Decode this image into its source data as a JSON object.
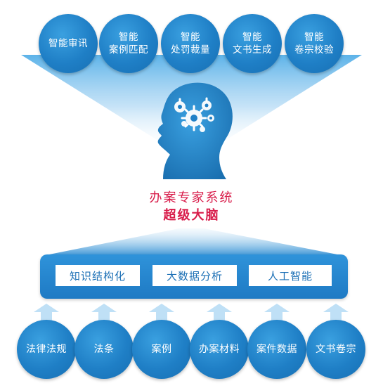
{
  "top_functions": [
    {
      "line1": "智能审讯",
      "line2": ""
    },
    {
      "line1": "智能",
      "line2": "案例匹配"
    },
    {
      "line1": "智能",
      "line2": "处罚裁量"
    },
    {
      "line1": "智能",
      "line2": "文书生成"
    },
    {
      "line1": "智能",
      "line2": "卷宗校验"
    }
  ],
  "center": {
    "title_line1": "办案专家系统",
    "title_line2": "超级大脑"
  },
  "tech": [
    "知识结构化",
    "大数据分析",
    "人工智能"
  ],
  "inputs": [
    "法律法规",
    "法条",
    "案例",
    "办案材料",
    "案件数据",
    "文书卷宗"
  ],
  "colors": {
    "primary_blue": "#1f7fc6",
    "light_blue": "#3aa0e0",
    "title_red": "#d81c4a",
    "arrow_blue": "#bfe0f6"
  },
  "icons": {
    "head": "head-with-gears-icon",
    "arrow": "up-arrow-icon"
  }
}
